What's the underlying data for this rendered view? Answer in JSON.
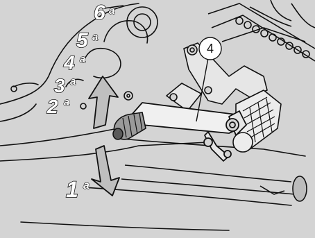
{
  "gear_labels": [
    {
      "number": "6",
      "suffix": "a"
    },
    {
      "number": "5",
      "suffix": "a"
    },
    {
      "number": "4",
      "suffix": "a"
    },
    {
      "number": "3",
      "suffix": "a"
    },
    {
      "number": "2",
      "suffix": "a"
    },
    {
      "number": "1",
      "suffix": "a"
    }
  ],
  "callout": {
    "label": "4"
  },
  "colors": {
    "background": "#d4d4d4",
    "line": "#111111",
    "label_fill": "#ffffff"
  }
}
